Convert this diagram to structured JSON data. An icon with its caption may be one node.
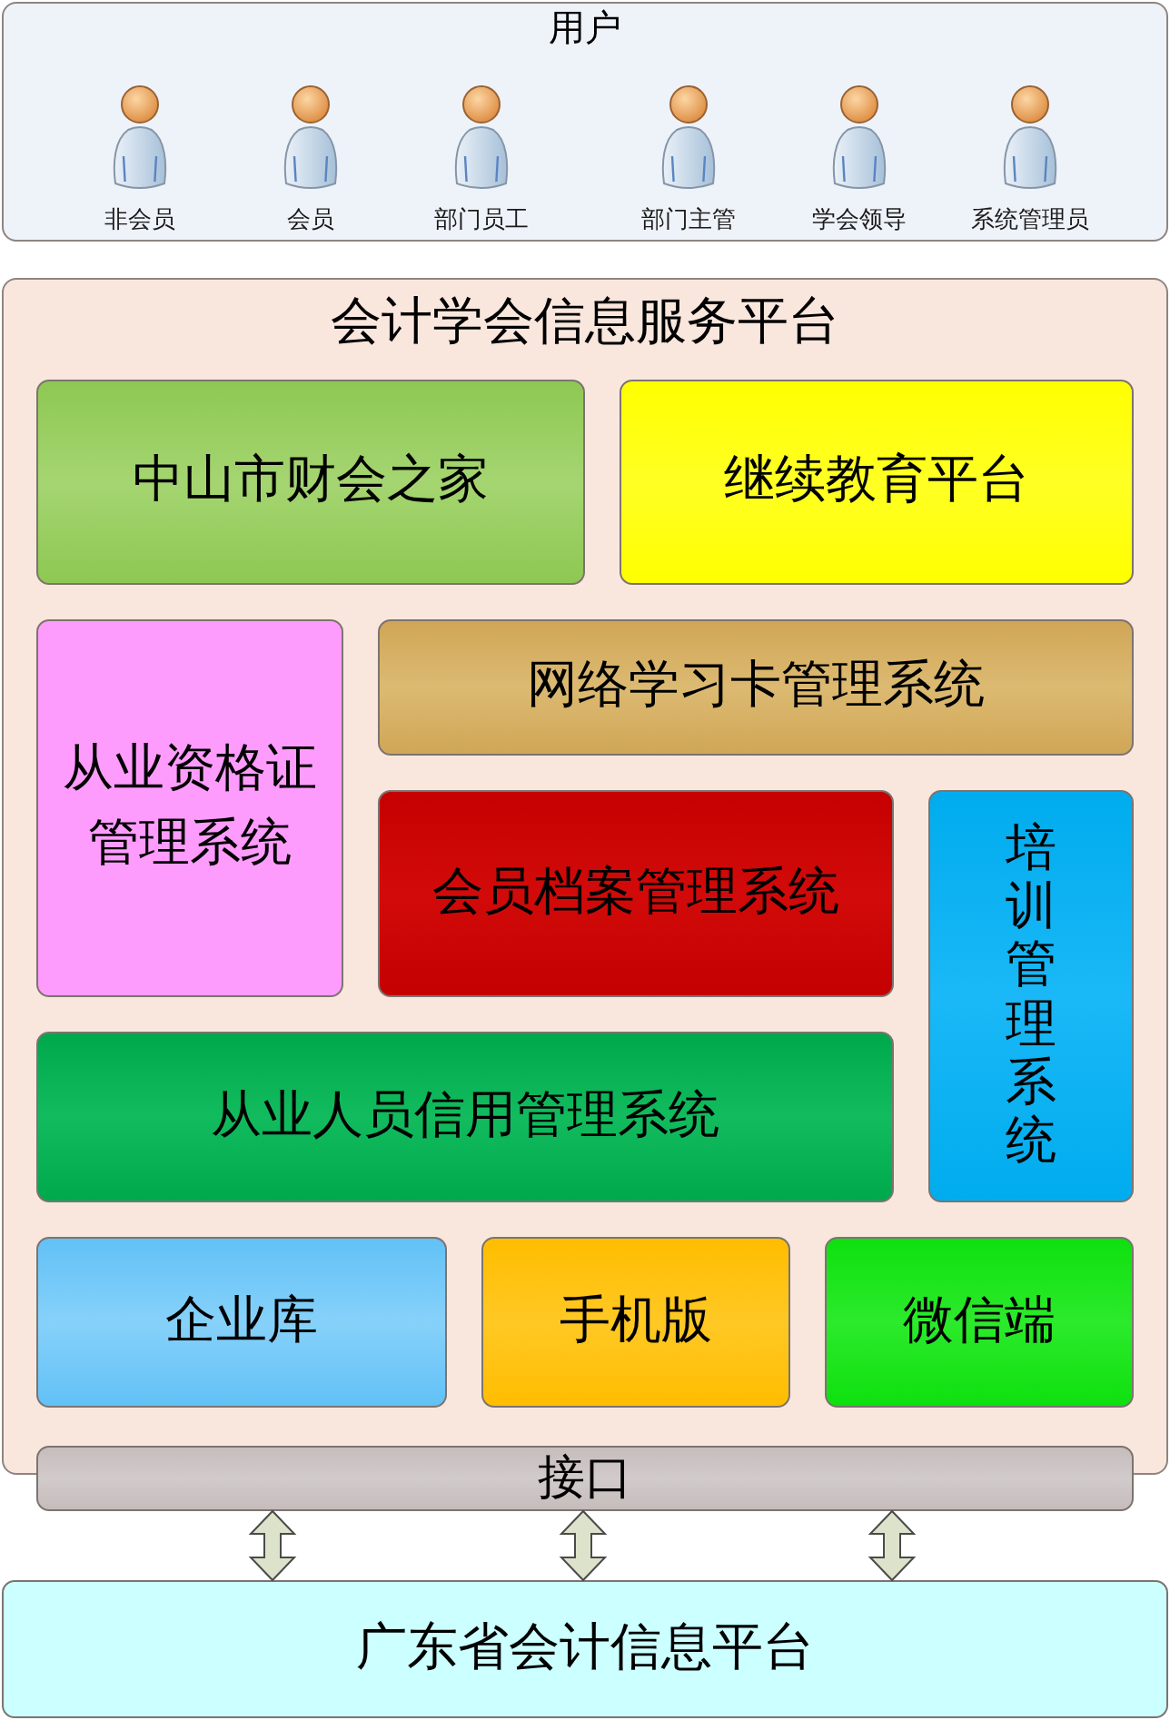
{
  "diagram": {
    "nodes": [
      {
        "text": [
          "用户"
        ]
      },
      {
        "text": [
          "非会员"
        ],
        "in": 0
      },
      {
        "text": [
          "会员"
        ],
        "in": 0
      },
      {
        "text": [
          "部门员工"
        ],
        "in": 0
      },
      {
        "text": [
          "部门主管"
        ],
        "in": 0
      },
      {
        "text": [
          "学会领导"
        ],
        "in": 0
      },
      {
        "text": [
          "系统管理员"
        ],
        "in": 0
      },
      {
        "text": [
          "会计学会信息服务平台"
        ]
      },
      {
        "text": [
          "中山市财会之家"
        ],
        "in": 7
      },
      {
        "text": [
          "继续教育平台"
        ],
        "in": 7
      },
      {
        "text": [
          "从业资格证管理系统"
        ],
        "in": 7
      },
      {
        "text": [
          "网络学习卡管理系统"
        ],
        "in": 7
      },
      {
        "text": [
          "会员档案管理系统"
        ],
        "in": 7
      },
      {
        "text": [
          "培训管理系统"
        ],
        "in": 7
      },
      {
        "text": [
          "从业人员信用管理系统"
        ],
        "in": 7
      },
      {
        "text": [
          "企业库"
        ],
        "in": 7
      },
      {
        "text": [
          "手机版"
        ],
        "in": 7
      },
      {
        "text": [
          "微信端"
        ],
        "in": 7
      },
      {
        "text": [
          "接口"
        ]
      },
      {
        "text": [
          "广东省会计信息平台"
        ]
      }
    ],
    "edges": [
      {
        "from": 18,
        "to": 19,
        "arrow": "both"
      },
      {
        "from": 18,
        "to": 19,
        "arrow": "both"
      },
      {
        "from": 18,
        "to": 19,
        "arrow": "both"
      }
    ]
  }
}
